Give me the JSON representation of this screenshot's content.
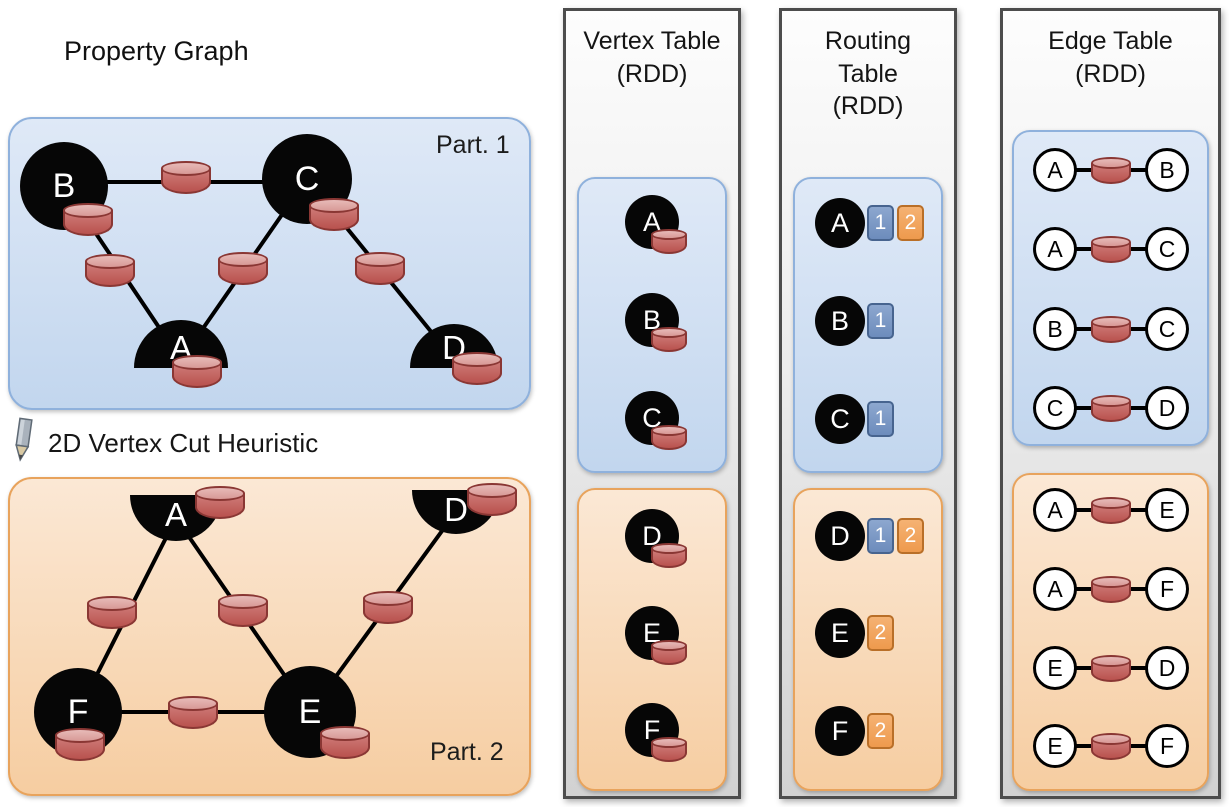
{
  "icons": {
    "pencil": "pencil-icon",
    "database_cylinder": "db-cylinder-icon"
  },
  "colors": {
    "partition1_fill": "#c9d9ef",
    "partition1_border": "#8fb1dc",
    "partition2_fill": "#f7d2a8",
    "partition2_border": "#e8a35c",
    "cylinder_fill": "#bd5busted",
    "cylinder_body": "#bd5753",
    "cylinder_top": "#e0aca9",
    "cylinder_border": "#8a3734",
    "badge_blue": "#7b96c4",
    "badge_orange": "#f2a25f",
    "vertex_fill": "#000000",
    "column_border": "#4d4d4d"
  },
  "property_graph": {
    "title": "Property Graph",
    "cut_label": "2D Vertex Cut Heuristic",
    "part1": {
      "label": "Part. 1",
      "vertices": {
        "b": "B",
        "c": "C",
        "a": "A",
        "d": "D"
      }
    },
    "part2": {
      "label": "Part. 2",
      "vertices": {
        "a": "A",
        "d": "D",
        "f": "F",
        "e": "E"
      }
    }
  },
  "vertex_table": {
    "title_lines": [
      "Vertex Table",
      "(RDD)"
    ],
    "part1": [
      "A",
      "B",
      "C"
    ],
    "part2": [
      "D",
      "E",
      "F"
    ]
  },
  "routing_table": {
    "title_lines": [
      "Routing",
      "Table",
      "(RDD)"
    ],
    "part1": [
      {
        "vertex": "A",
        "badges": [
          {
            "n": "1",
            "c": "blue"
          },
          {
            "n": "2",
            "c": "orange"
          }
        ]
      },
      {
        "vertex": "B",
        "badges": [
          {
            "n": "1",
            "c": "blue"
          }
        ]
      },
      {
        "vertex": "C",
        "badges": [
          {
            "n": "1",
            "c": "blue"
          }
        ]
      }
    ],
    "part2": [
      {
        "vertex": "D",
        "badges": [
          {
            "n": "1",
            "c": "blue"
          },
          {
            "n": "2",
            "c": "orange"
          }
        ]
      },
      {
        "vertex": "E",
        "badges": [
          {
            "n": "2",
            "c": "orange"
          }
        ]
      },
      {
        "vertex": "F",
        "badges": [
          {
            "n": "2",
            "c": "orange"
          }
        ]
      }
    ]
  },
  "edge_table": {
    "title_lines": [
      "Edge Table",
      "(RDD)"
    ],
    "part1": [
      [
        "A",
        "B"
      ],
      [
        "A",
        "C"
      ],
      [
        "B",
        "C"
      ],
      [
        "C",
        "D"
      ]
    ],
    "part2": [
      [
        "A",
        "E"
      ],
      [
        "A",
        "F"
      ],
      [
        "E",
        "D"
      ],
      [
        "E",
        "F"
      ]
    ]
  }
}
